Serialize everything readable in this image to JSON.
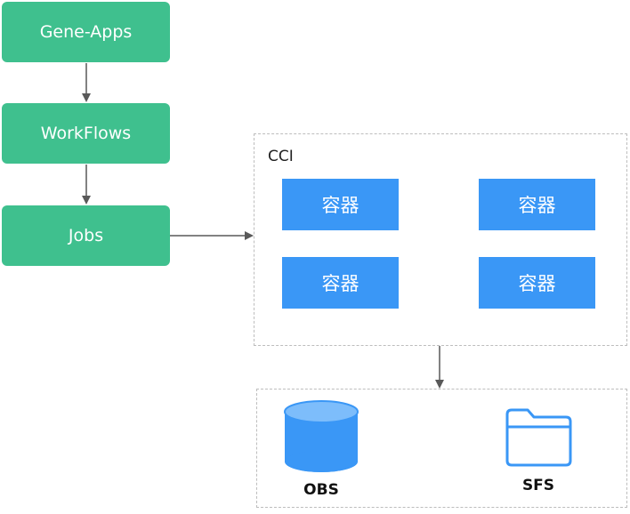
{
  "flow": {
    "gene_apps": "Gene-Apps",
    "workflows": "WorkFlows",
    "jobs": "Jobs"
  },
  "cci": {
    "label": "CCI",
    "containers": [
      "容器",
      "容器",
      "容器",
      "容器"
    ]
  },
  "storage": {
    "obs_label": "OBS",
    "sfs_label": "SFS"
  },
  "colors": {
    "green": "#3fc08e",
    "blue": "#3a97f6",
    "arrow": "#595959",
    "dashed_border": "#bdbdbd"
  },
  "icons": {
    "obs": "database-icon",
    "sfs": "folder-icon"
  }
}
